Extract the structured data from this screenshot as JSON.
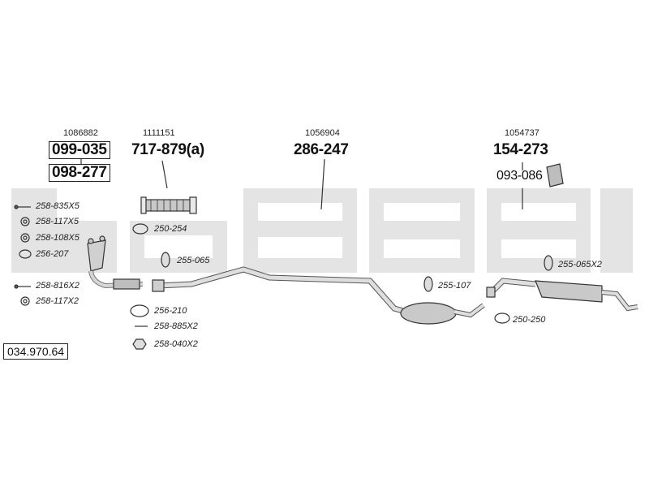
{
  "assembly_number": "034.970.64",
  "sections": [
    {
      "id": "manifold",
      "ref": "1086882",
      "codes": [
        "099-035",
        "098-277"
      ]
    },
    {
      "id": "front-pipe",
      "ref": "1111151",
      "code": "717-879(a)"
    },
    {
      "id": "middle-silencer",
      "ref": "1056904",
      "code": "286-247"
    },
    {
      "id": "rear-silencer",
      "ref": "1054737",
      "code": "154-273",
      "bracket_code": "093-086"
    }
  ],
  "parts": [
    {
      "id": "bolt-1",
      "label": "258-835X5",
      "icon": "bolt-icon"
    },
    {
      "id": "ring-1",
      "label": "258-117X5",
      "icon": "ring-icon"
    },
    {
      "id": "ring-2",
      "label": "258-108X5",
      "icon": "ring-icon"
    },
    {
      "id": "gasket-1",
      "label": "256-207",
      "icon": "gasket-icon"
    },
    {
      "id": "bolt-2",
      "label": "258-816X2",
      "icon": "bolt-icon"
    },
    {
      "id": "ring-3",
      "label": "258-117X2",
      "icon": "ring-icon"
    },
    {
      "id": "clamp-1",
      "label": "250-254",
      "icon": "clamp-icon"
    },
    {
      "id": "mount-1",
      "label": "255-065",
      "icon": "rubber-mount-icon"
    },
    {
      "id": "flange-1",
      "label": "256-210",
      "icon": "flange-gasket-icon"
    },
    {
      "id": "bolt-3",
      "label": "258-885X2",
      "icon": "bolt-icon"
    },
    {
      "id": "nut-1",
      "label": "258-040X2",
      "icon": "nut-icon"
    },
    {
      "id": "mount-2",
      "label": "255-107",
      "icon": "rubber-mount-icon"
    },
    {
      "id": "mount-3",
      "label": "255-065X2",
      "icon": "rubber-mount-icon"
    },
    {
      "id": "clamp-2",
      "label": "250-250",
      "icon": "clamp-icon"
    }
  ],
  "watermark": "bosal",
  "colors": {
    "watermark": "#e4e4e4",
    "line": "#333333",
    "metal": "#bdbdbd"
  }
}
